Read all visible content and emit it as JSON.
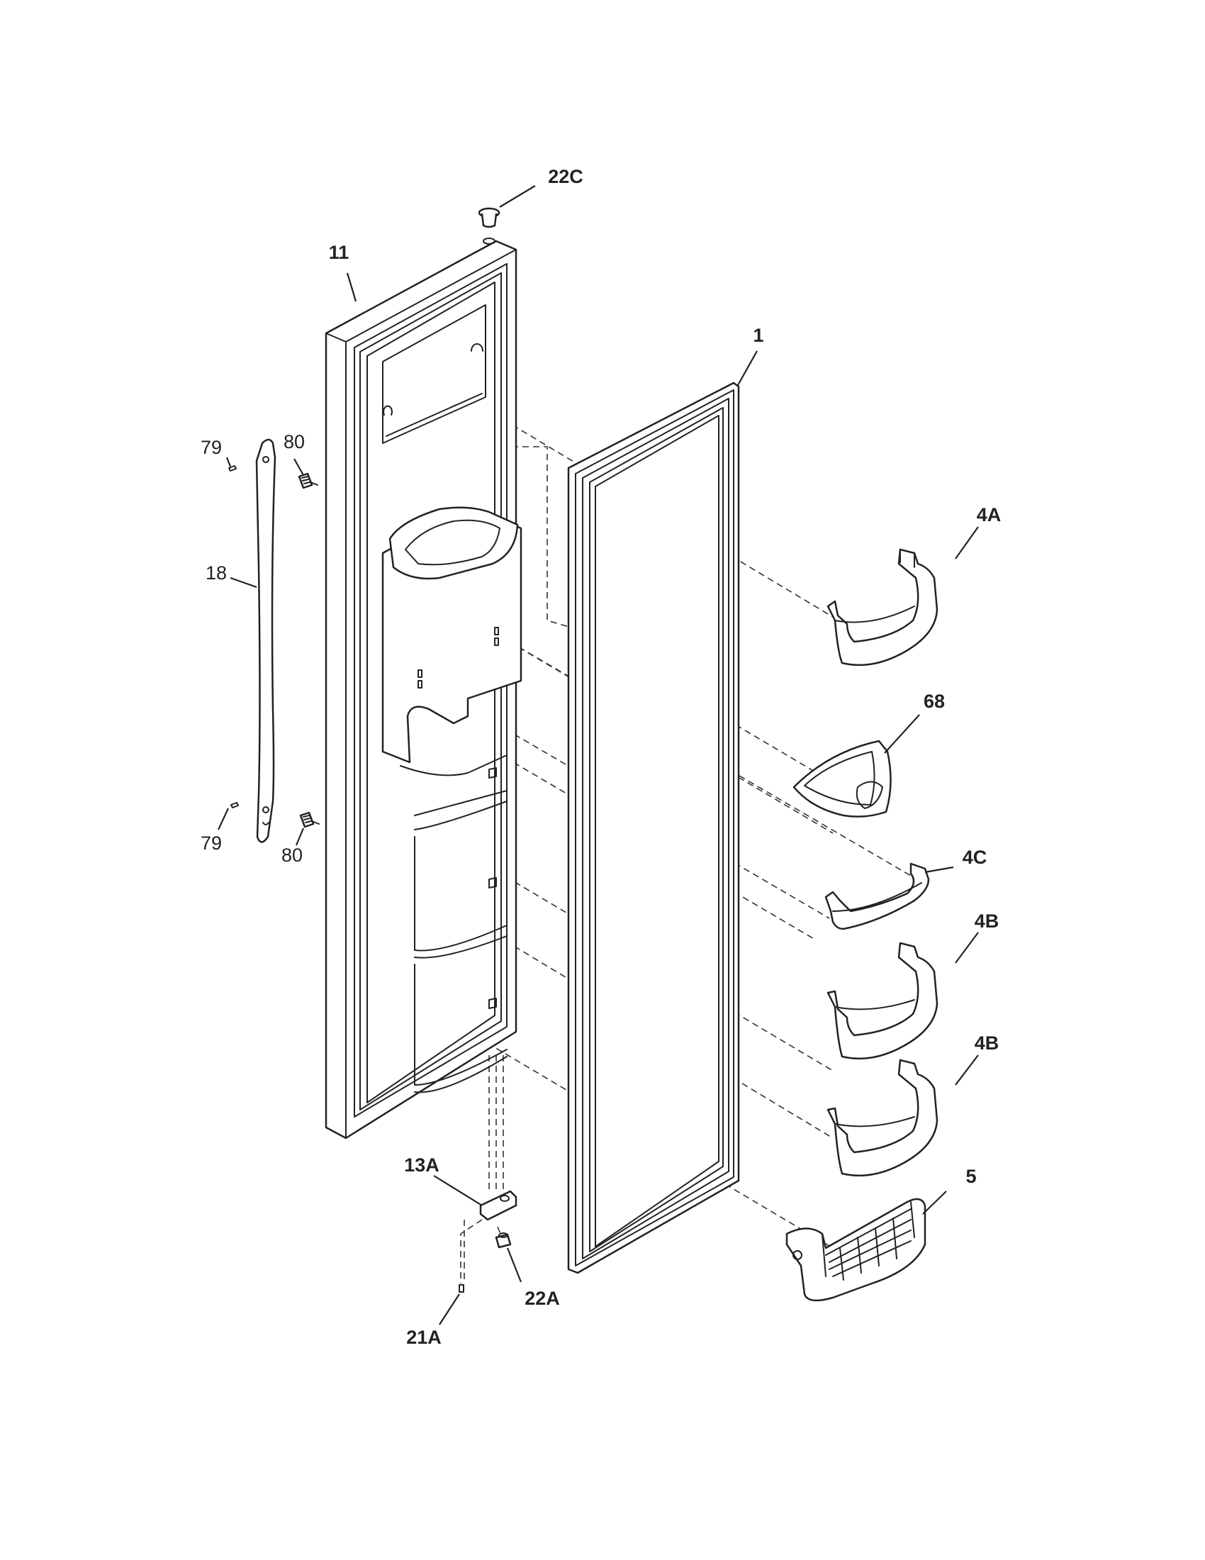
{
  "parts": {
    "door_cap": "22C",
    "door_outer": "11",
    "gasket": "1",
    "handle_screw_top": "79",
    "handle_screw_bottom": "79",
    "handle_stud_top": "80",
    "handle_stud_bottom": "80",
    "handle": "18",
    "bin_top": "4A",
    "ice_chute": "68",
    "bin_small": "4C",
    "bin_mid_1": "4B",
    "bin_mid_2": "4B",
    "basket_bin": "5",
    "hinge": "13A",
    "hinge_screw": "21A",
    "hinge_bushing": "22A"
  }
}
